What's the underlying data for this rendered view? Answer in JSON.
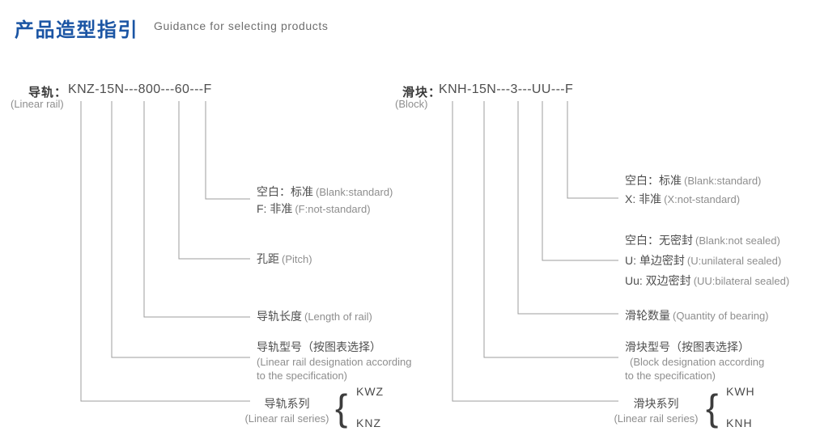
{
  "page": {
    "title_cn": "产品造型指引",
    "title_en": "Guidance for selecting products"
  },
  "rail": {
    "label_cn": "导轨：",
    "label_en": "(Linear rail)",
    "code": "KNZ-15N---800---60---F",
    "ann": {
      "standard": {
        "r1_cn": "空白：标准",
        "r1_en": "(Blank:standard)",
        "r2_cn": "F: 非准",
        "r2_en": "(F:not-standard)"
      },
      "pitch": {
        "cn": "孔距",
        "en": "(Pitch)"
      },
      "length": {
        "cn": "导轨长度",
        "en": "(Length of rail)"
      },
      "designation": {
        "cn": "导轨型号（按图表选择）",
        "en1": "(Linear rail designation according",
        "en2": "to the specification)"
      },
      "series": {
        "cn": "导轨系列",
        "en": "(Linear rail series)",
        "brace": "{",
        "options": [
          "KWZ",
          "KNZ"
        ]
      }
    }
  },
  "block": {
    "label_cn": "滑块：",
    "label_en": "(Block)",
    "code": "KNH-15N---3---UU---F",
    "ann": {
      "standard": {
        "r1_cn": "空白：标准",
        "r1_en": "(Blank:standard)",
        "r2_cn": "X: 非准",
        "r2_en": "(X:not-standard)"
      },
      "seal": {
        "r1_cn": "空白：无密封",
        "r1_en": "(Blank:not sealed)",
        "r2_cn": "U: 单边密封",
        "r2_en": "(U:unilateral sealed)",
        "r3_cn": "Uu: 双边密封",
        "r3_en": "(UU:bilateral sealed)"
      },
      "quantity": {
        "cn": "滑轮数量",
        "en": "(Quantity of bearing)"
      },
      "designation": {
        "cn": "滑块型号（按图表选择）",
        "en1": "(Block designation according",
        "en2": "to the specification)"
      },
      "series": {
        "cn": "滑块系列",
        "en": "(Linear rail series)",
        "brace": "{",
        "options": [
          "KWH",
          "KNH"
        ]
      }
    }
  }
}
